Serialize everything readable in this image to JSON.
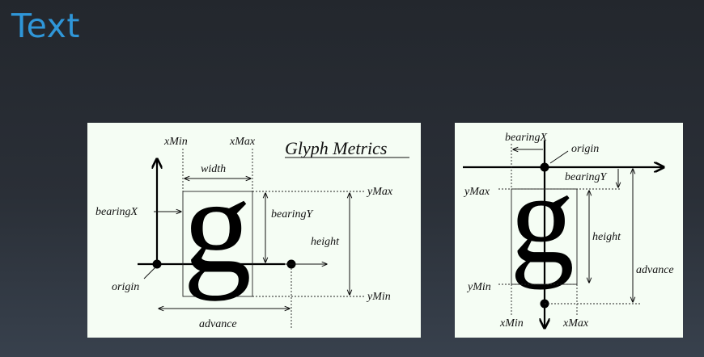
{
  "slide": {
    "title": "Text"
  },
  "left_diagram": {
    "title": "Glyph Metrics",
    "glyph": "g",
    "labels": {
      "xmin": "xMin",
      "xmax": "xMax",
      "width": "width",
      "ymax": "yMax",
      "bearing_x": "bearingX",
      "bearing_y": "bearingY",
      "height": "height",
      "origin": "origin",
      "ymin": "yMin",
      "advance": "advance"
    }
  },
  "right_diagram": {
    "glyph": "g",
    "labels": {
      "bearing_x": "bearingX",
      "origin": "origin",
      "bearing_y": "bearingY",
      "ymax": "yMax",
      "height": "height",
      "advance": "advance",
      "ymin": "yMin",
      "xmin": "xMin",
      "xmax": "xMax"
    }
  }
}
